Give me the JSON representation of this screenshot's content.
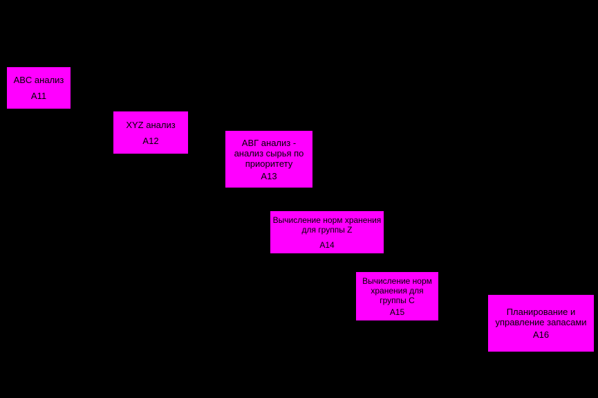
{
  "colors": {
    "background": "#000000",
    "box_fill": "#ff00ff",
    "text": "#000000"
  },
  "blocks": [
    {
      "title": "ABC анализ",
      "code": "A11"
    },
    {
      "title": "XYZ анализ",
      "code": "A12"
    },
    {
      "title": "ABГ анализ - анализ сырья по приоритету",
      "code": "A13"
    },
    {
      "title": "Вычисление норм хранения для группы Z",
      "code": "A14"
    },
    {
      "title": "Вычисление норм хранения для группы C",
      "code": "A15"
    },
    {
      "title": "Планирование и управление запасами",
      "code": "A16"
    }
  ]
}
